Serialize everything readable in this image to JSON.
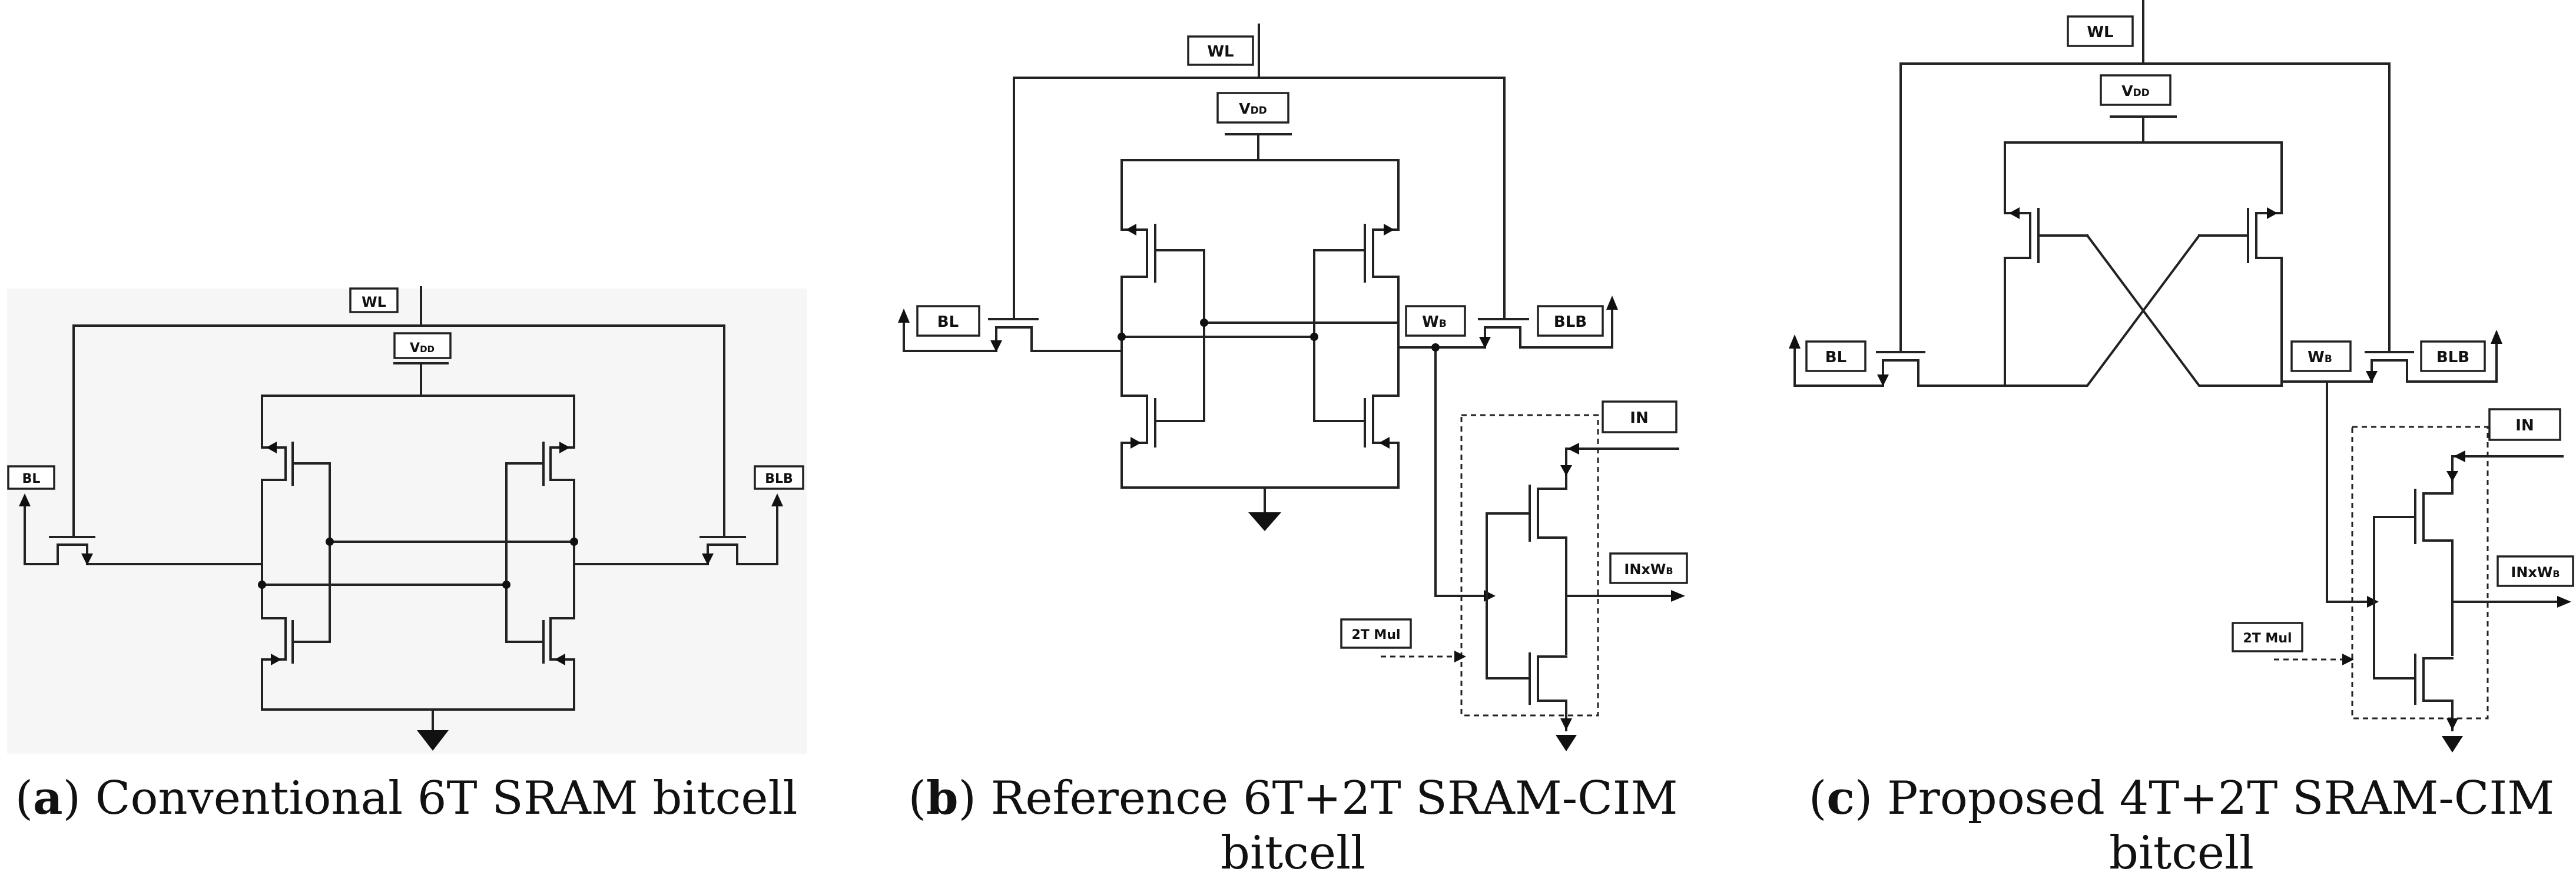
{
  "captions": {
    "a": {
      "letter": "a",
      "open": "(",
      "close": ")",
      "rest": " Conventional 6T SRAM bitcell"
    },
    "b": {
      "letter": "b",
      "open": "(",
      "close": ")",
      "rest": " Reference 6T+2T SRAM-CIM",
      "line2": "bitcell"
    },
    "c": {
      "letter": "c",
      "open": "(",
      "close": ")",
      "rest": " Proposed 4T+2T SRAM-CIM",
      "line2": "bitcell"
    }
  },
  "labels": {
    "wl": "WL",
    "vdd_main": "V",
    "vdd_sub": "DD",
    "bl": "BL",
    "blb": "BLB",
    "wb_main": "W",
    "wb_sub": "B",
    "in": "IN",
    "out_main": "INxW",
    "out_sub": "B",
    "mul": "2T Mul"
  }
}
